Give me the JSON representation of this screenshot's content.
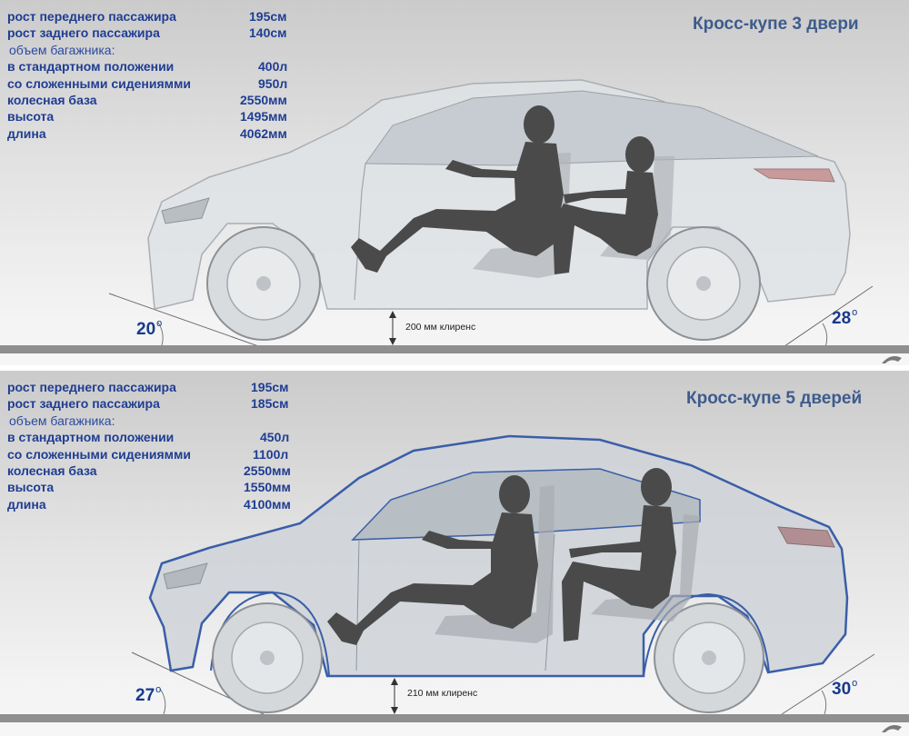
{
  "top": {
    "title": "Кросс-купе 3 двери",
    "specs": [
      {
        "label": "рост переднего пассажира",
        "value": "195см"
      },
      {
        "label": "рост заднего пассажира",
        "value": "140см"
      },
      {
        "label": "объем багажника:",
        "value": ""
      },
      {
        "label": "в стандартном положении",
        "value": "400л"
      },
      {
        "label": "со сложенными сидениямми",
        "value": "950л"
      },
      {
        "label": "колесная база",
        "value": "2550мм"
      },
      {
        "label": "высота",
        "value": "1495мм"
      },
      {
        "label": "длина",
        "value": "4062мм"
      }
    ],
    "angle_front": "20",
    "angle_rear": "28",
    "clearance": "200 мм клиренс"
  },
  "bottom": {
    "title": "Кросс-купе 5 дверей",
    "specs": [
      {
        "label": "рост переднего пассажира",
        "value": "195см"
      },
      {
        "label": "рост заднего пассажира",
        "value": "185см"
      },
      {
        "label": "объем багажника:",
        "value": ""
      },
      {
        "label": "в стандартном положении",
        "value": "450л"
      },
      {
        "label": "со сложенными сидениямми",
        "value": "1100л"
      },
      {
        "label": "колесная база",
        "value": "2550мм"
      },
      {
        "label": "высота",
        "value": "1550мм"
      },
      {
        "label": "длина",
        "value": "4100мм"
      }
    ],
    "angle_front": "27",
    "angle_rear": "30",
    "clearance": "210 мм клиренс"
  },
  "colors": {
    "text_blue": "#1f3d92",
    "title_blue": "#3e5b8c",
    "outline_blue": "#3a5ea8",
    "silhouette": "#4a4a4a",
    "ground": "#8f8f8f"
  }
}
